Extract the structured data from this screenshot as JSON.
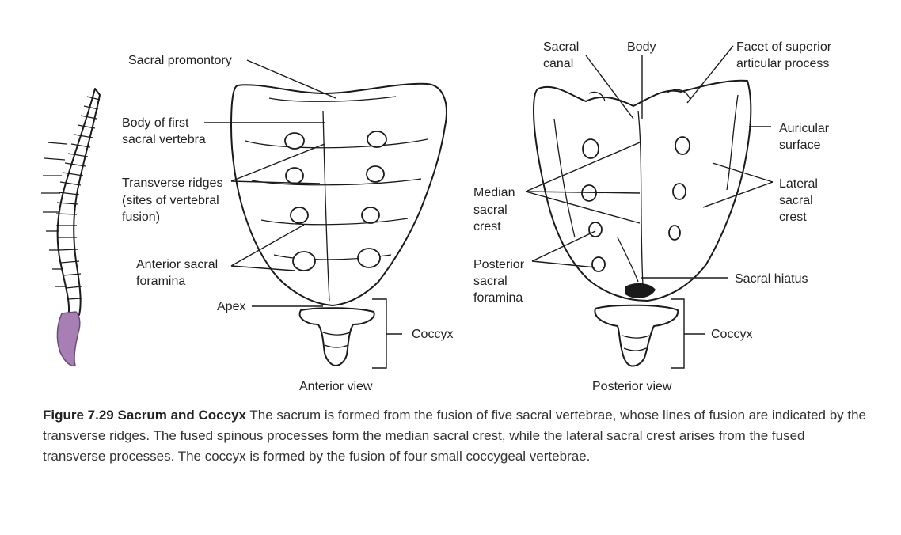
{
  "labels": {
    "sacral_promontory": "Sacral promontory",
    "body_first_1": "Body of first",
    "body_first_2": "sacral vertebra",
    "transverse_1": "Transverse ridges",
    "transverse_2": "(sites of vertebral",
    "transverse_3": "fusion)",
    "ant_foramina_1": "Anterior sacral",
    "ant_foramina_2": "foramina",
    "apex": "Apex",
    "coccyx_ant": "Coccyx",
    "sacral_canal_1": "Sacral",
    "sacral_canal_2": "canal",
    "body": "Body",
    "facet_1": "Facet of superior",
    "facet_2": "articular process",
    "auricular_1": "Auricular",
    "auricular_2": "surface",
    "lateral_1": "Lateral",
    "lateral_2": "sacral",
    "lateral_3": "crest",
    "median_1": "Median",
    "median_2": "sacral",
    "median_3": "crest",
    "post_foramina_1": "Posterior",
    "post_foramina_2": "sacral",
    "post_foramina_3": "foramina",
    "sacral_hiatus": "Sacral hiatus",
    "coccyx_post": "Coccyx"
  },
  "views": {
    "anterior": "Anterior view",
    "posterior": "Posterior view"
  },
  "caption": {
    "title": "Figure 7.29 Sacrum and Coccyx",
    "text": " The sacrum is formed from the fusion of five sacral vertebrae, whose lines of fusion are indicated by the transverse ridges. The fused spinous processes form the median sacral crest, while the lateral sacral crest arises from the fused transverse processes. The coccyx is formed by the fusion of four small coccygeal vertebrae."
  },
  "colors": {
    "highlight": "#a77fb4"
  }
}
